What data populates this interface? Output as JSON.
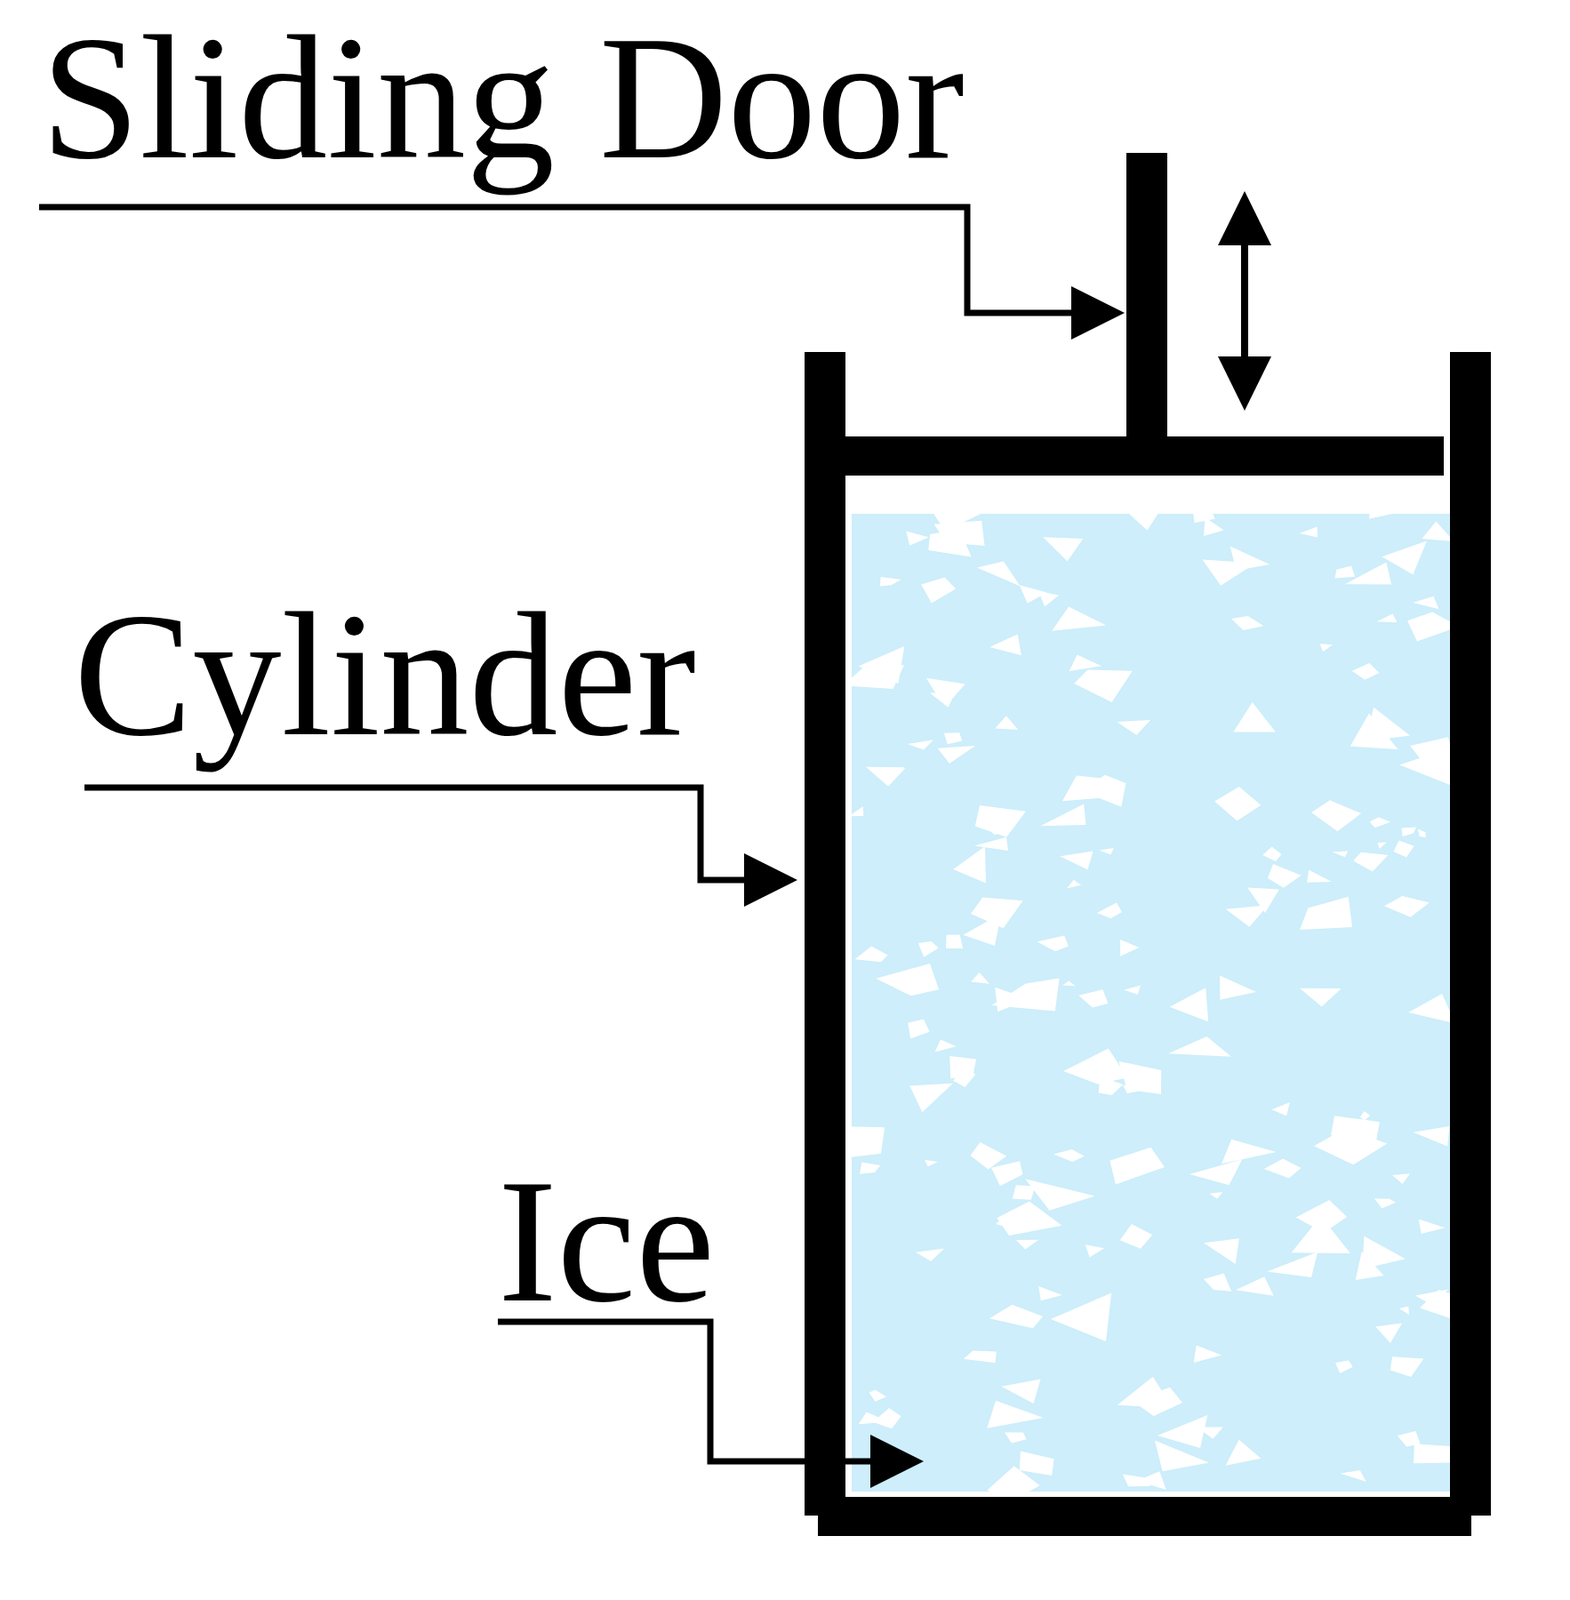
{
  "diagram": {
    "labels": [
      "Sliding Door",
      "Cylinder",
      "Ice"
    ]
  }
}
